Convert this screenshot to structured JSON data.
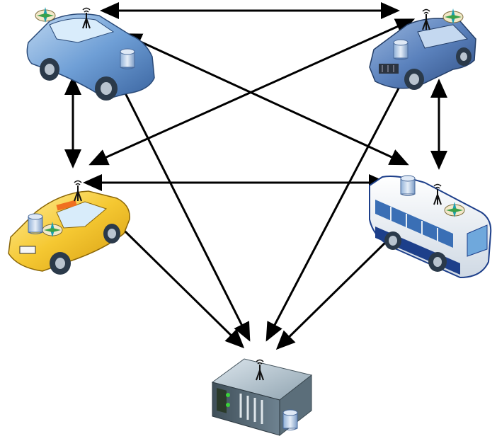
{
  "diagram": {
    "type": "vehicular-network",
    "nodes": [
      {
        "id": "car-top-left",
        "kind": "sedan",
        "color": "#6fa3d8",
        "icons": [
          "antenna-icon",
          "compass-icon",
          "database-icon"
        ]
      },
      {
        "id": "suv-top-right",
        "kind": "suv",
        "color": "#5a86c0",
        "icons": [
          "antenna-icon",
          "compass-icon",
          "database-icon"
        ]
      },
      {
        "id": "taxi-mid-left",
        "kind": "taxi",
        "color": "#f2c230",
        "icons": [
          "antenna-icon",
          "compass-icon",
          "database-icon"
        ]
      },
      {
        "id": "bus-mid-right",
        "kind": "bus",
        "color": "#e7edf3",
        "icons": [
          "antenna-icon",
          "compass-icon",
          "database-icon"
        ]
      },
      {
        "id": "server-bottom",
        "kind": "server",
        "color": "#6f8591",
        "icons": [
          "antenna-icon",
          "database-icon"
        ]
      }
    ],
    "links": [
      {
        "from": "car-top-left",
        "to": "suv-top-right",
        "direction": "both"
      },
      {
        "from": "car-top-left",
        "to": "taxi-mid-left",
        "direction": "both"
      },
      {
        "from": "suv-top-right",
        "to": "bus-mid-right",
        "direction": "both"
      },
      {
        "from": "taxi-mid-left",
        "to": "bus-mid-right",
        "direction": "both"
      },
      {
        "from": "car-top-left",
        "to": "bus-mid-right",
        "direction": "both"
      },
      {
        "from": "suv-top-right",
        "to": "taxi-mid-left",
        "direction": "both"
      },
      {
        "from": "car-top-left",
        "to": "server-bottom",
        "direction": "forward"
      },
      {
        "from": "suv-top-right",
        "to": "server-bottom",
        "direction": "forward"
      },
      {
        "from": "taxi-mid-left",
        "to": "server-bottom",
        "direction": "forward"
      },
      {
        "from": "bus-mid-right",
        "to": "server-bottom",
        "direction": "forward"
      }
    ],
    "colors": {
      "arrow": "#000000",
      "background": "#ffffff"
    }
  }
}
